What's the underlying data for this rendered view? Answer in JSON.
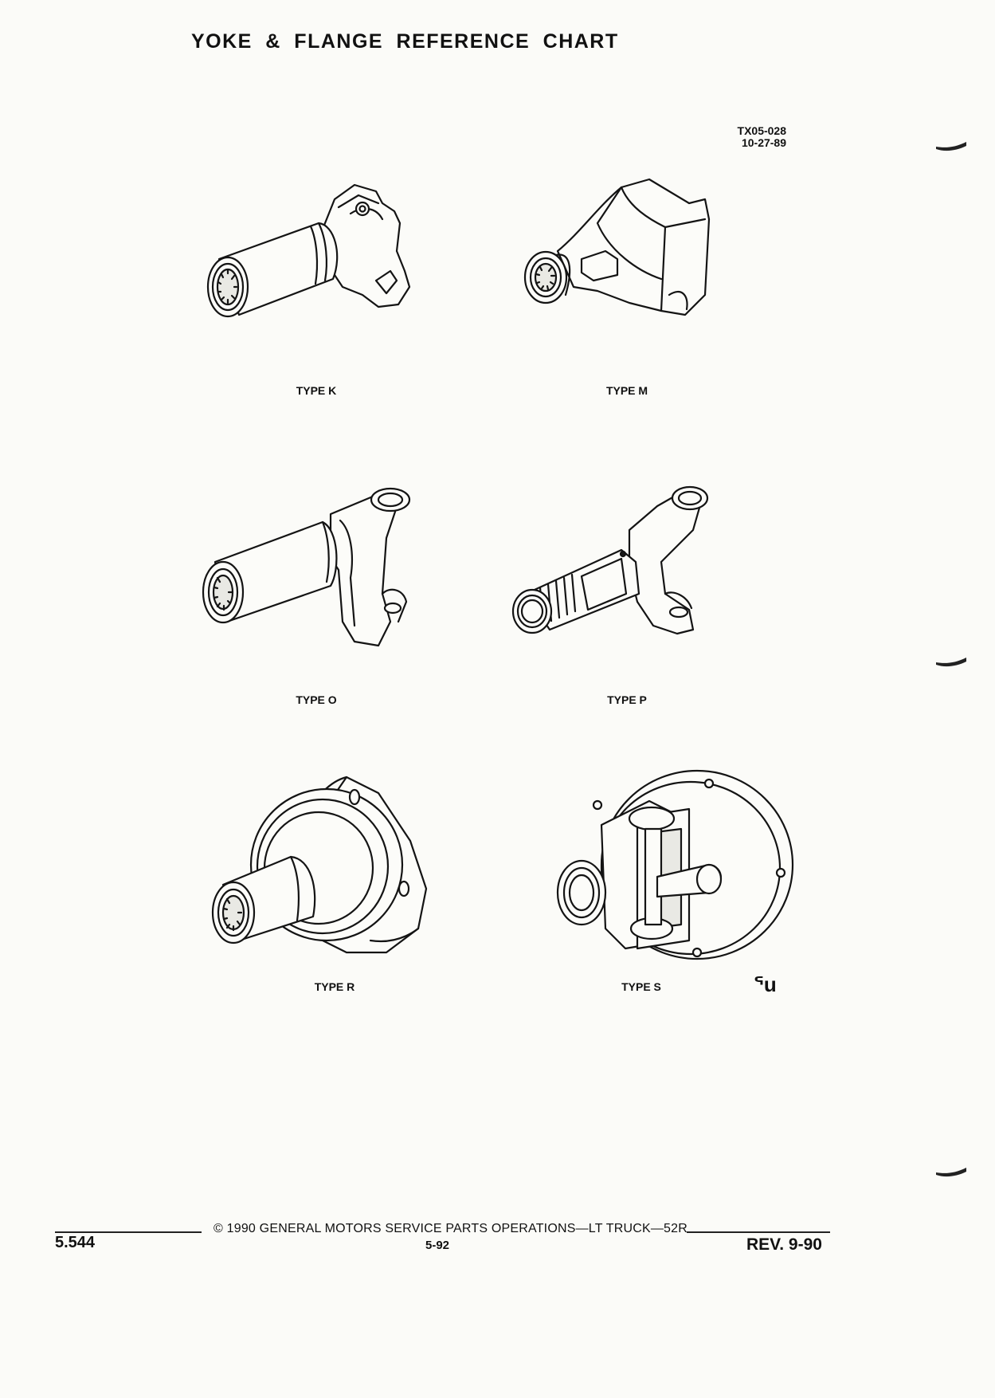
{
  "document": {
    "title": "YOKE & FLANGE REFERENCE CHART",
    "reference_code": "TX05-028",
    "reference_date": "10-27-89"
  },
  "figures": [
    {
      "label": "TYPE K",
      "icon": "yoke-type-k-illustration"
    },
    {
      "label": "TYPE M",
      "icon": "yoke-type-m-illustration"
    },
    {
      "label": "TYPE O",
      "icon": "yoke-type-o-illustration"
    },
    {
      "label": "TYPE P",
      "icon": "yoke-type-p-illustration"
    },
    {
      "label": "TYPE R",
      "icon": "flange-type-r-illustration"
    },
    {
      "label": "TYPE S",
      "icon": "flange-type-s-illustration"
    }
  ],
  "mark": "ᕐu",
  "footer": {
    "page_ref": "5.544",
    "copyright": "© 1990 GENERAL MOTORS SERVICE PARTS OPERATIONS—LT TRUCK—52R",
    "page_number": "5-92",
    "revision": "REV. 9-90"
  }
}
